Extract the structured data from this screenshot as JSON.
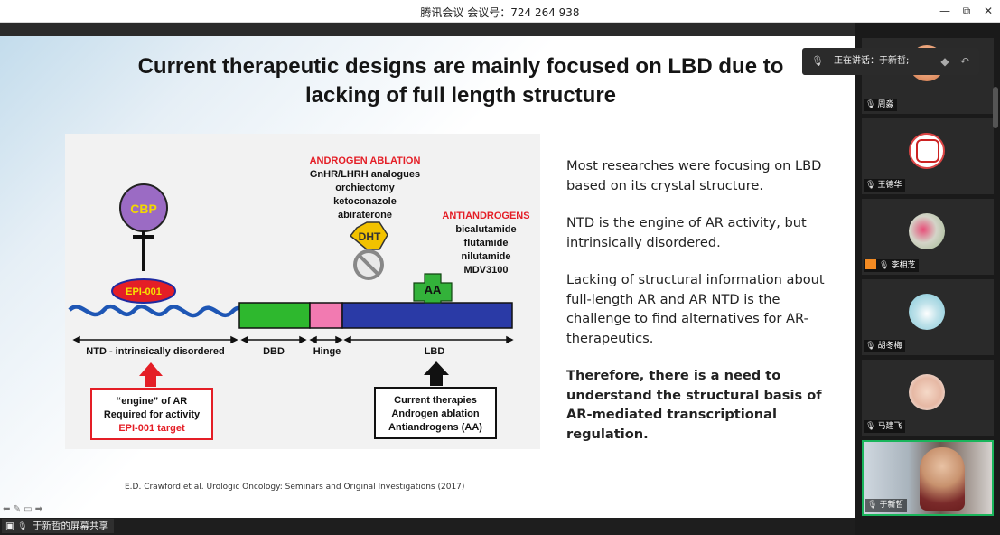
{
  "window": {
    "title": "腾讯会议 会议号：724 264 938",
    "minimize": "—",
    "restore": "⧉",
    "close": "✕"
  },
  "slide": {
    "title_line1": "Current therapeutic designs are mainly focused on LBD due to",
    "title_line2": "lacking of full length structure",
    "bullets": [
      "Most researches were focusing on LBD based on its crystal structure.",
      "NTD is the engine of AR activity, but intrinsically disordered.",
      "Lacking of structural information about full-length AR and AR NTD is the challenge to find alternatives for AR-therapeutics.",
      "Therefore, there is a need to understand the structural basis of AR-mediated transcriptional regulation."
    ],
    "citation": "E.D. Crawford et al. Urologic Oncology: Seminars and Original Investigations (2017)",
    "diagram": {
      "cbp": "CBP",
      "epi": "EPI-001",
      "dht": "DHT",
      "aa": "AA",
      "androgen_ablation_title": "ANDROGEN ABLATION",
      "androgen_ablation_items": [
        "GnHR/LHRH analogues",
        "orchiectomy",
        "ketoconazole",
        "abiraterone"
      ],
      "antiandrogens_title": "ANTIANDROGENS",
      "antiandrogens_items": [
        "bicalutamide",
        "flutamide",
        "nilutamide",
        "MDV3100"
      ],
      "domains": [
        "NTD - intrinsically disordered",
        "DBD",
        "Hinge",
        "LBD"
      ],
      "left_box": [
        "“engine” of AR",
        "Required for activity",
        "EPI-001 target"
      ],
      "right_box": [
        "Current therapies",
        "Androgen ablation",
        "Antiandrogens (AA)"
      ],
      "colors": {
        "ntd": "#1e56b5",
        "dbd": "#2eb82e",
        "hinge": "#f27ab1",
        "lbd": "#2a3aa6",
        "red": "#e41e26",
        "purple": "#9b6bc4",
        "yellow": "#f2c200",
        "aa_green": "#33b23a"
      }
    }
  },
  "speaking": {
    "label": "正在讲话：于新哲;"
  },
  "participants": [
    {
      "name": "周淼"
    },
    {
      "name": "王德华"
    },
    {
      "name": "李相芝"
    },
    {
      "name": "胡冬梅"
    },
    {
      "name": "马建飞"
    },
    {
      "name": "于新哲"
    }
  ],
  "bottom": {
    "share_label": "于新哲的屏幕共享"
  }
}
